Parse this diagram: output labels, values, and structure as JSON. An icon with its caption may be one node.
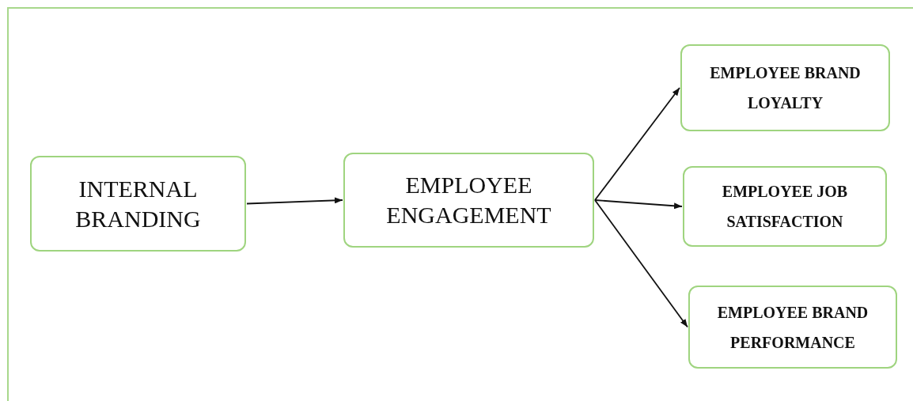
{
  "diagram": {
    "nodes": [
      {
        "text": [
          "INTERNAL BRANDING"
        ]
      },
      {
        "text": [
          "EMPLOYEE ENGAGEMENT"
        ]
      },
      {
        "text": [
          "EMPLOYEE BRAND LOYALTY"
        ]
      },
      {
        "text": [
          "EMPLOYEE JOB SATISFACTION"
        ]
      },
      {
        "text": [
          "EMPLOYEE BRAND PERFORMANCE"
        ]
      }
    ],
    "edges": [
      {
        "from": 0,
        "to": 1,
        "arrow": "to"
      },
      {
        "from": 1,
        "to": 2,
        "arrow": "to"
      },
      {
        "from": 1,
        "to": 3,
        "arrow": "to"
      },
      {
        "from": 1,
        "to": 4,
        "arrow": "to"
      }
    ]
  }
}
